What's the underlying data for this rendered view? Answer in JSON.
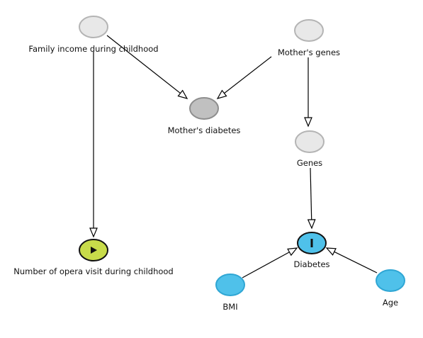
{
  "colors": {
    "unobserved_fill": "#e8e8e8",
    "unobserved_stroke": "#b4b4b4",
    "adjusted_fill": "#c0c0c0",
    "adjusted_stroke": "#8e8e8e",
    "exposure_fill": "#c8dc4a",
    "exposure_stroke": "#111111",
    "outcome_fill": "#4fc1ea",
    "outcome_stroke": "#111111",
    "ancestor_fill": "#4fc1ea",
    "ancestor_stroke": "#2fa6d4",
    "edge": "#000000"
  },
  "nodes": {
    "family_income": {
      "label": "Family income during childhood",
      "kind": "unobserved",
      "icon": ""
    },
    "mothers_genes": {
      "label": "Mother's genes",
      "kind": "unobserved",
      "icon": ""
    },
    "mothers_diabetes": {
      "label": "Mother's diabetes",
      "kind": "adjusted",
      "icon": ""
    },
    "genes": {
      "label": "Genes",
      "kind": "unobserved",
      "icon": ""
    },
    "opera_visits": {
      "label": "Number of opera visit during childhood",
      "kind": "exposure",
      "icon": "exposure-play-icon"
    },
    "diabetes": {
      "label": "Diabetes",
      "kind": "outcome",
      "icon": "outcome-bar-icon"
    },
    "bmi": {
      "label": "BMI",
      "kind": "ancestor",
      "icon": ""
    },
    "age": {
      "label": "Age",
      "kind": "ancestor",
      "icon": ""
    }
  },
  "edges": [
    {
      "from": "family_income",
      "to": "mothers_diabetes"
    },
    {
      "from": "family_income",
      "to": "opera_visits"
    },
    {
      "from": "mothers_genes",
      "to": "mothers_diabetes"
    },
    {
      "from": "mothers_genes",
      "to": "genes"
    },
    {
      "from": "genes",
      "to": "diabetes"
    },
    {
      "from": "bmi",
      "to": "diabetes"
    },
    {
      "from": "age",
      "to": "diabetes"
    }
  ]
}
